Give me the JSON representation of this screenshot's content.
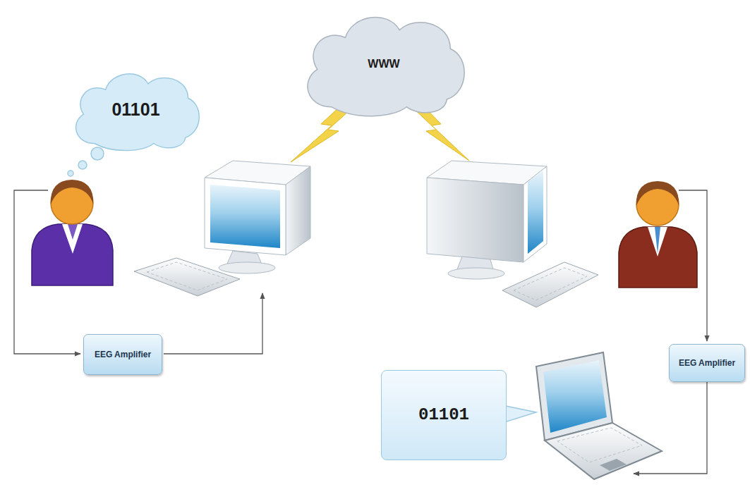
{
  "diagram": {
    "nodes": [
      {
        "text": [
          "01101"
        ]
      },
      {
        "text": [
          "WWW"
        ]
      },
      {
        "text": [
          "EEG Amplifier"
        ]
      },
      {
        "text": [
          "EEG Amplifier"
        ]
      },
      {
        "text": [
          "01101"
        ]
      }
    ]
  }
}
